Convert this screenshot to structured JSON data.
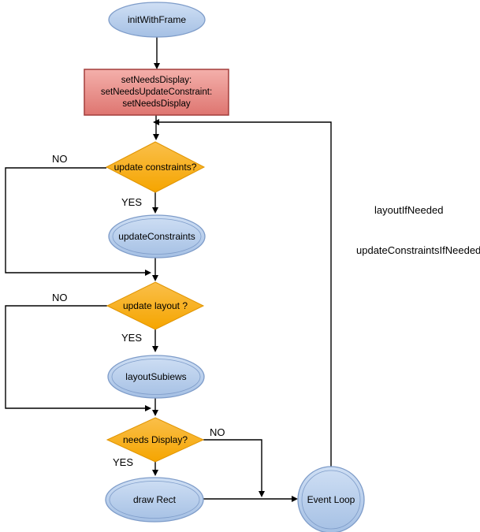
{
  "diagram": {
    "background": "#ffffff",
    "colors": {
      "blue_top": "#cfdff4",
      "blue_bottom": "#a5c0e4",
      "blue_border": "#7e9cc9",
      "red_top": "#f4b0ab",
      "red_bottom": "#de7570",
      "red_border": "#a33e3c",
      "orange_top": "#fabf4a",
      "orange_bottom": "#f5a500",
      "orange_border": "#e09400",
      "line_color": "#000000",
      "text_color": "#000000"
    },
    "nodes": {
      "init": {
        "label": "initWithFrame",
        "shape": "ellipse"
      },
      "set_needs": {
        "shape": "rectangle",
        "lines": [
          "setNeedsDisplay:",
          "setNeedsUpdateConstraint:",
          "setNeedsDisplay"
        ]
      },
      "decision_constraints": {
        "label": "update constraints?",
        "shape": "diamond"
      },
      "update_constraints": {
        "label": "updateConstraints",
        "shape": "ellipse"
      },
      "decision_layout": {
        "label": "update layout ?",
        "shape": "diamond"
      },
      "layout_subviews": {
        "label": "layoutSubiews",
        "shape": "ellipse"
      },
      "decision_display": {
        "label": "needs Display?",
        "shape": "diamond"
      },
      "draw_rect": {
        "label": "draw Rect",
        "shape": "ellipse"
      },
      "event_loop": {
        "label": "Event Loop",
        "shape": "circle"
      }
    },
    "edge_labels": {
      "constraints_no": "NO",
      "constraints_yes": "YES",
      "layout_no": "NO",
      "layout_yes": "YES",
      "display_no": "NO",
      "display_yes": "YES"
    },
    "annotations": {
      "layout_if_needed": "layoutIfNeeded",
      "update_constraints_if_needed": "updateConstraintsIfNeeded"
    }
  }
}
